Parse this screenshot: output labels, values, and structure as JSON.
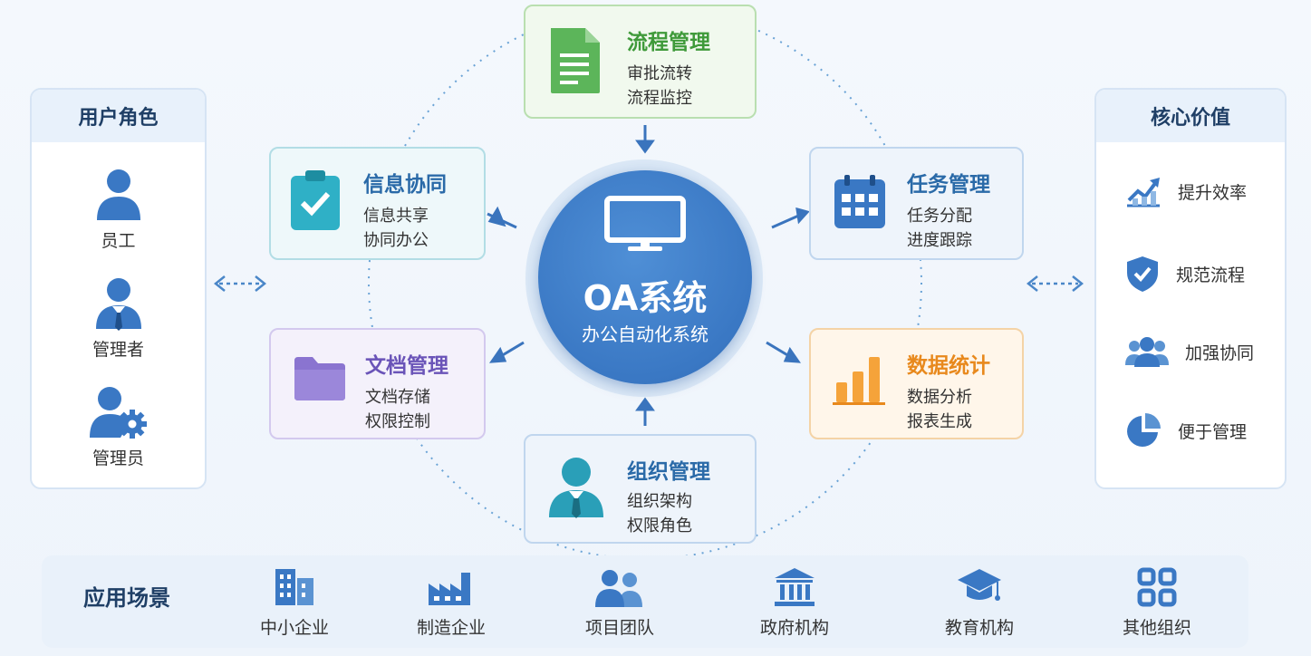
{
  "roles": {
    "title": "用户角色",
    "items": [
      {
        "label": "员工",
        "icon": "person-icon"
      },
      {
        "label": "管理者",
        "icon": "manager-icon"
      },
      {
        "label": "管理员",
        "icon": "admin-gear-icon"
      }
    ]
  },
  "values": {
    "title": "核心价值",
    "items": [
      {
        "label": "提升效率",
        "icon": "trend-up-icon"
      },
      {
        "label": "规范流程",
        "icon": "shield-check-icon"
      },
      {
        "label": "加强协同",
        "icon": "group-icon"
      },
      {
        "label": "便于管理",
        "icon": "pie-chart-icon"
      }
    ]
  },
  "center": {
    "title": "OA系统",
    "subtitle": "办公自动化系统",
    "icon": "monitor-icon"
  },
  "modules": {
    "process": {
      "title": "流程管理",
      "lines": [
        "审批流转",
        "流程监控"
      ],
      "color": "#3f9a3a",
      "icon": "document-icon"
    },
    "info": {
      "title": "信息协同",
      "lines": [
        "信息共享",
        "协同办公"
      ],
      "color": "#2a6aa8",
      "icon": "clipboard-check-icon"
    },
    "task": {
      "title": "任务管理",
      "lines": [
        "任务分配",
        "进度跟踪"
      ],
      "color": "#2a6aa8",
      "icon": "calendar-icon"
    },
    "docs": {
      "title": "文档管理",
      "lines": [
        "文档存储",
        "权限控制"
      ],
      "color": "#6a54b8",
      "icon": "folder-icon"
    },
    "data": {
      "title": "数据统计",
      "lines": [
        "数据分析",
        "报表生成"
      ],
      "color": "#e8891d",
      "icon": "bar-chart-icon"
    },
    "org": {
      "title": "组织管理",
      "lines": [
        "组织架构",
        "权限角色"
      ],
      "color": "#2a6aa8",
      "icon": "org-person-icon"
    }
  },
  "scenarios": {
    "title": "应用场景",
    "items": [
      {
        "label": "中小企业",
        "icon": "building-icon"
      },
      {
        "label": "制造企业",
        "icon": "factory-icon"
      },
      {
        "label": "项目团队",
        "icon": "team-icon"
      },
      {
        "label": "政府机构",
        "icon": "government-icon"
      },
      {
        "label": "教育机构",
        "icon": "graduation-cap-icon"
      },
      {
        "label": "其他组织",
        "icon": "grid-icon"
      }
    ]
  }
}
